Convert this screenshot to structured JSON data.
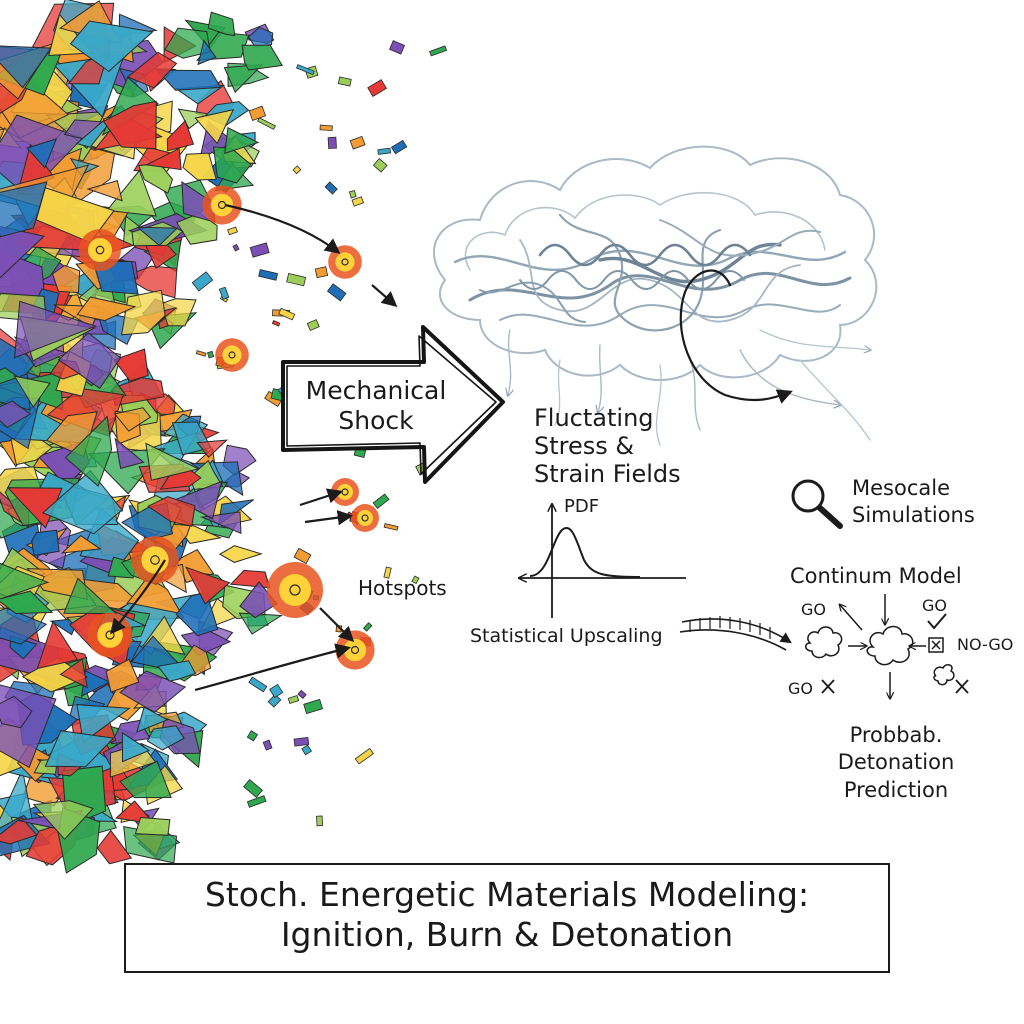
{
  "diagram": {
    "shock_arrow": {
      "lines": [
        "Mechanical",
        "Shock"
      ]
    },
    "fields_label": {
      "lines": [
        "Fluctating",
        "Stress &",
        "Strain Fields"
      ]
    },
    "pdf_axis_label": "PDF",
    "hotspots_label": "Hotspots",
    "upscaling_label": "Statistical Upscaling",
    "mesocale_label": {
      "lines": [
        "Mesocale",
        "Simulations"
      ]
    },
    "continuum_label": "Continum Model",
    "outcomes": {
      "go_left": "GO",
      "go_right": "GO",
      "nogo": "NO-GO",
      "go_bottom": "GO"
    },
    "prediction_label": {
      "lines": [
        "Probbab.",
        "Detonation",
        "Prediction"
      ]
    },
    "title": {
      "lines": [
        "Stoch. Energetic Materials Modeling:",
        "Ignition, Burn & Detonation"
      ]
    }
  },
  "icons": [
    "magnifier-icon",
    "cloud-icon",
    "check-icon",
    "x-icon",
    "box-x-icon",
    "flame-icon"
  ],
  "colors": {
    "ink": "#1b1b1b",
    "cloud_ink": "#8fa3b3",
    "flame_core": "#ffd23a",
    "flame_outer": "#e8531f",
    "palette": [
      "#e53935",
      "#1e6fb8",
      "#7b4fb5",
      "#2fa84f",
      "#f39c33",
      "#f5d547",
      "#3aa9c9",
      "#9bcf5a"
    ]
  }
}
